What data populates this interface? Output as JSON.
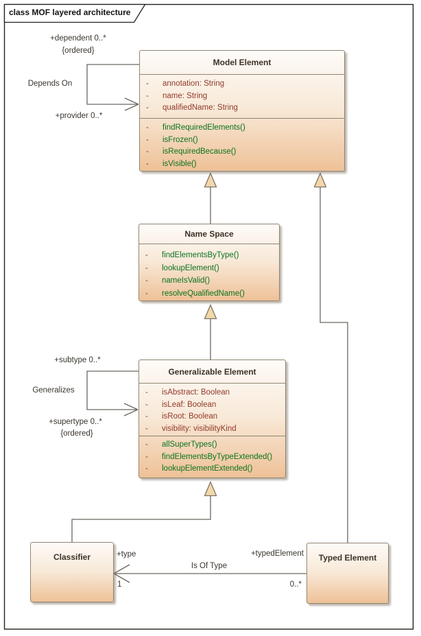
{
  "frame": {
    "tab_title": "class MOF layered architecture"
  },
  "visibility_symbol": "-",
  "colors": {
    "attribute_text": "#913a2a",
    "method_text": "#0b721f",
    "box_border": "#8f8673",
    "box_gradient_top": "#fefbf8",
    "box_gradient_bottom": "#eec197",
    "triangle_fill": "#f2d7a9",
    "line": "#6b675f",
    "frame_border": "#26211c"
  },
  "classes": {
    "model_element": {
      "title": "Model Element",
      "attributes": [
        "annotation: String",
        "name: String",
        "qualifiedName: String"
      ],
      "methods": [
        "findRequiredElements()",
        "isFrozen()",
        "isRequiredBecause()",
        "isVisible()"
      ]
    },
    "name_space": {
      "title": "Name Space",
      "methods": [
        "findElementsByType()",
        "lookupElement()",
        "nameIsValid()",
        "resolveQualifiedName()"
      ]
    },
    "generalizable_element": {
      "title": "Generalizable Element",
      "attributes": [
        "isAbstract: Boolean",
        "isLeaf: Boolean",
        "isRoot: Boolean",
        "visibility: visibilityKind"
      ],
      "methods": [
        "allSuperTypes()",
        "findElementsByTypeExtended()",
        "lookupElementExtended()"
      ]
    },
    "classifier": {
      "title": "Classifier"
    },
    "typed_element": {
      "title": "Typed Element"
    }
  },
  "associations": {
    "depends_on": {
      "name": "Depends On",
      "dependent_role": "+dependent 0..*",
      "dependent_constraint": "{ordered}",
      "provider_role": "+provider 0..*"
    },
    "generalizes": {
      "name": "Generalizes",
      "subtype_role": "+subtype 0..*",
      "supertype_role": "+supertype 0..*",
      "supertype_constraint": "{ordered}"
    },
    "is_of_type": {
      "name": "Is Of Type",
      "type_role": "+type",
      "type_multiplicity": "1",
      "typed_element_role": "+typedElement",
      "typed_element_multiplicity": "0..*"
    }
  }
}
